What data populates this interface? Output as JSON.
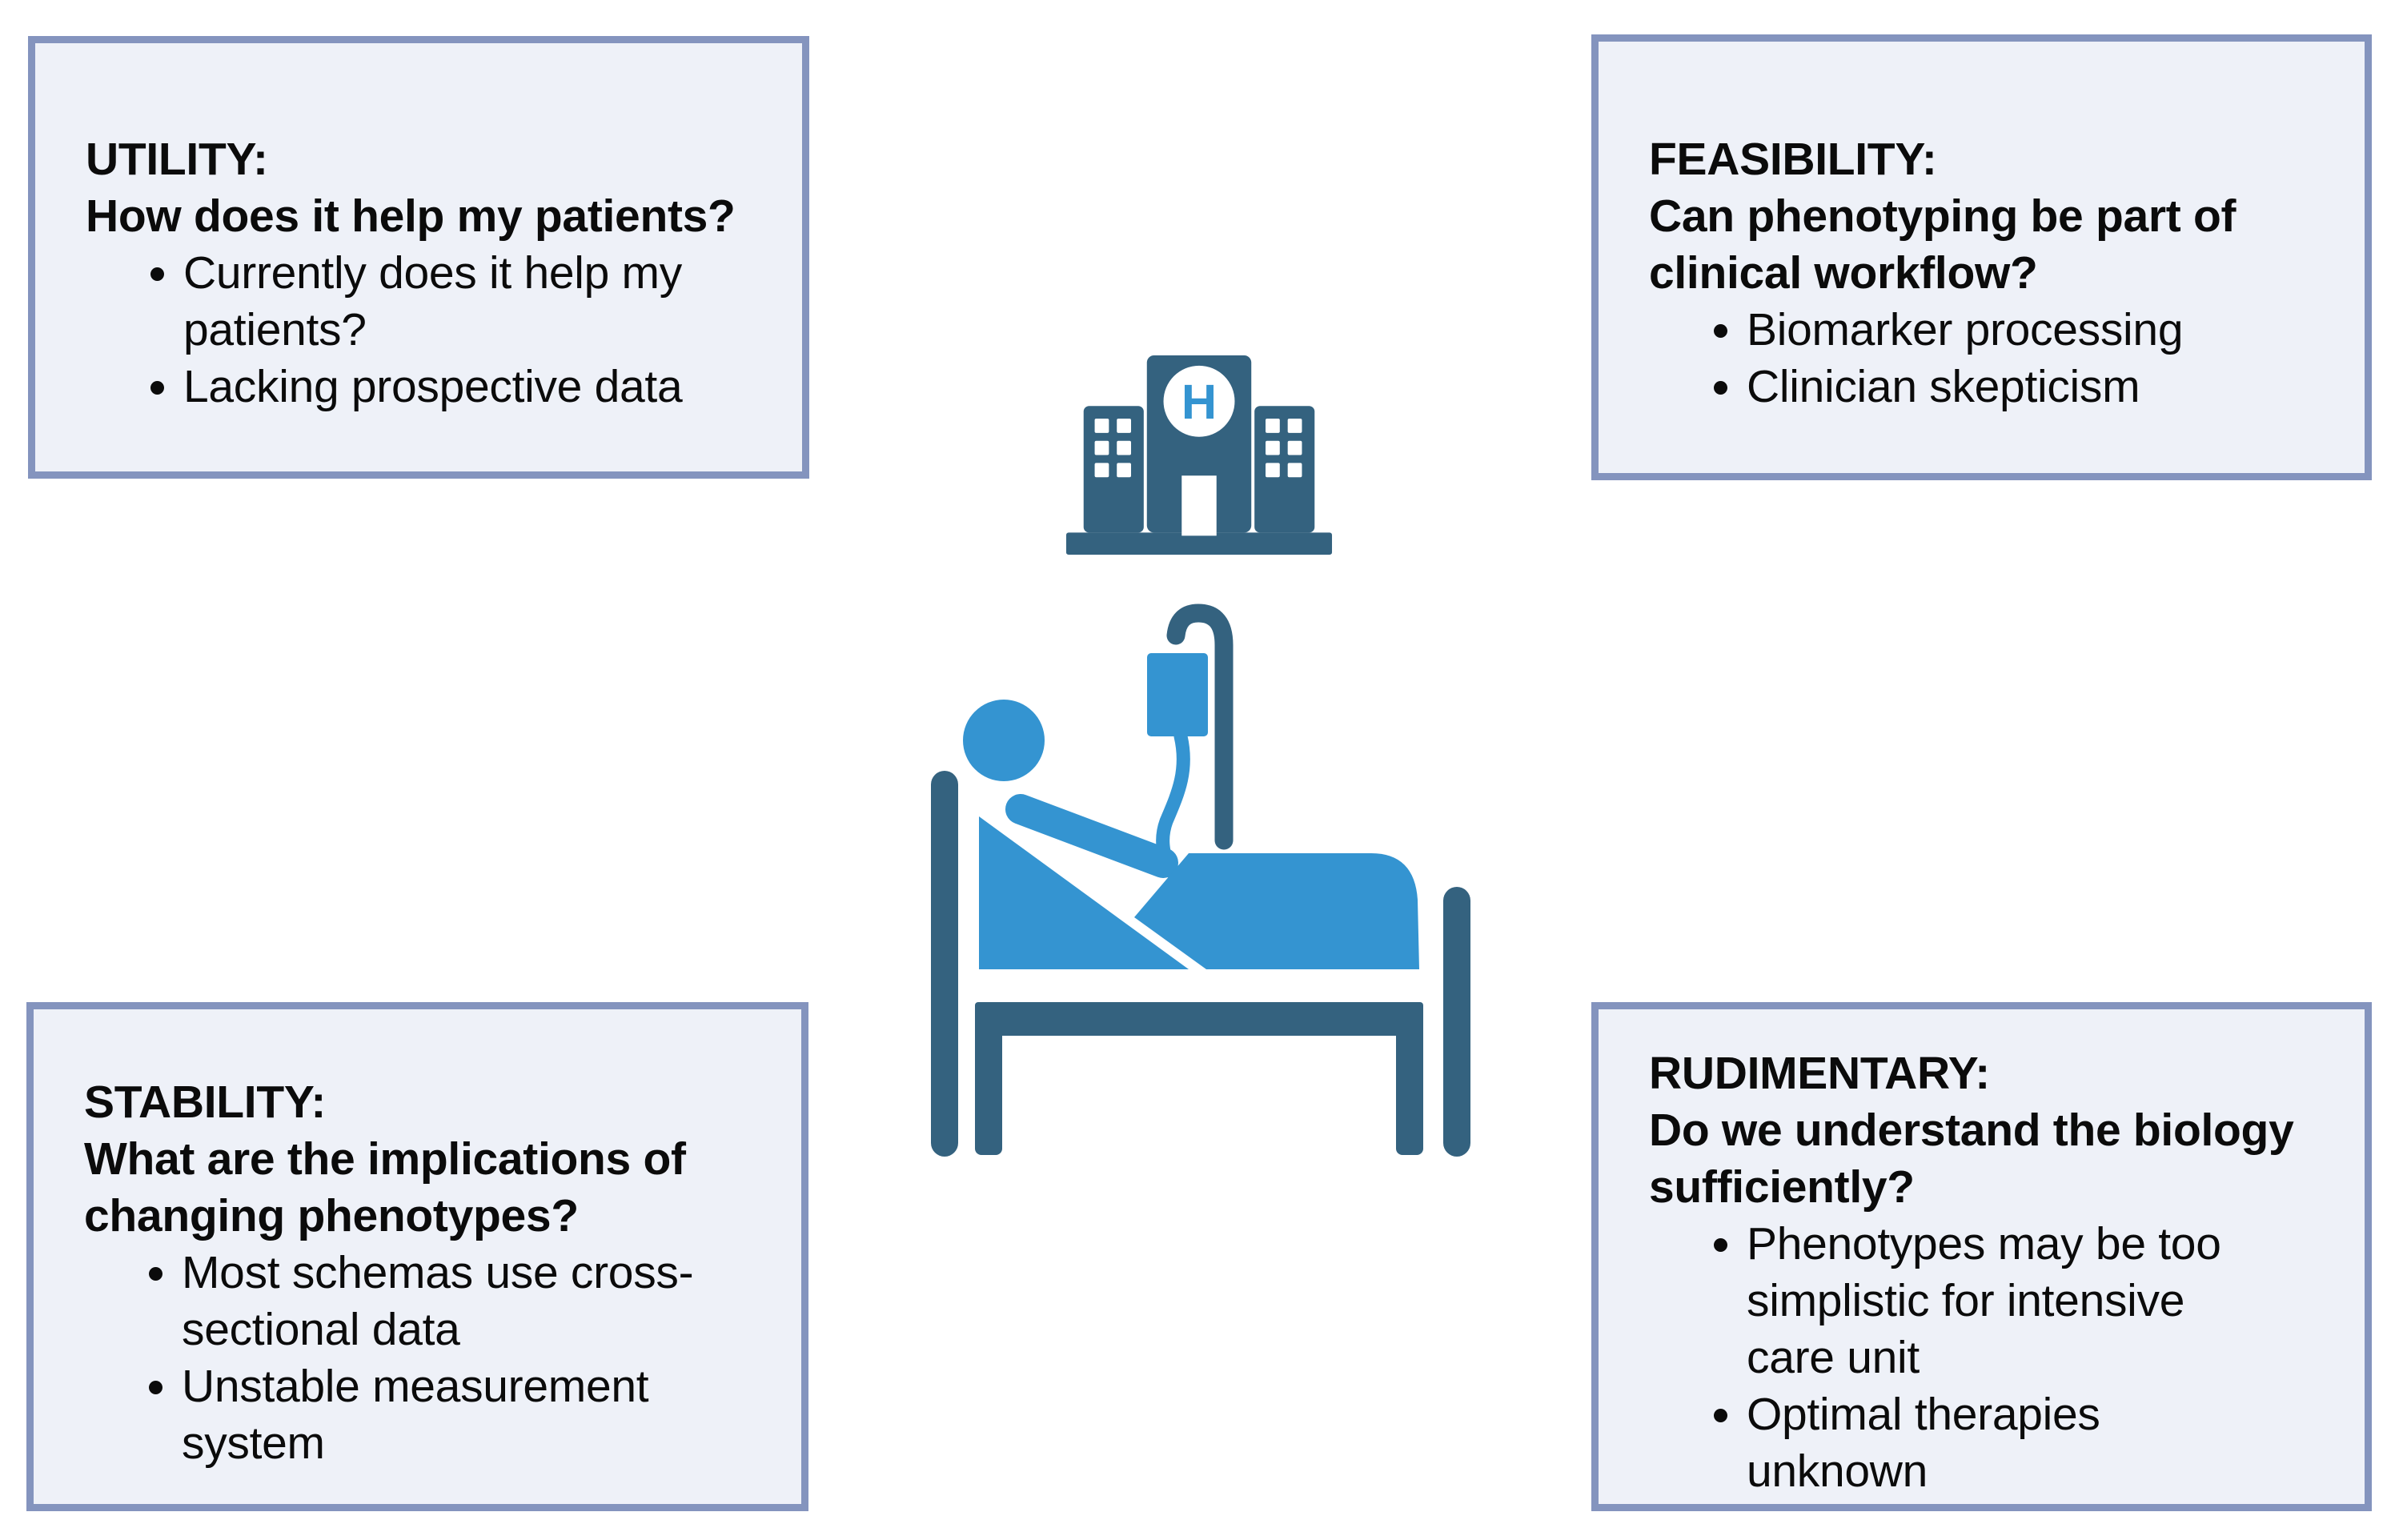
{
  "colors": {
    "box_fill": "#EEF1F8",
    "box_border": "#8494BE",
    "icon_dark": "#34627F",
    "icon_light": "#3494D1",
    "text": "#0B0B0B"
  },
  "icons": {
    "hospital": "hospital-building",
    "hospital_letter": "H",
    "patient_bed": "patient-in-hospital-bed-with-iv-drip"
  },
  "boxes": [
    {
      "id": "utility",
      "title": "UTILITY:\nHow does it help my patients?",
      "bullets": [
        "Currently does it help my\npatients?",
        "Lacking prospective data"
      ]
    },
    {
      "id": "feasibility",
      "title": "FEASIBILITY:\nCan phenotyping be part of\nclinical workflow?",
      "bullets": [
        "Biomarker processing",
        "Clinician skepticism"
      ]
    },
    {
      "id": "stability",
      "title": "STABILITY:\nWhat are the implications of\nchanging phenotypes?",
      "bullets": [
        "Most schemas use cross-\nsectional data",
        "Unstable measurement\nsystem"
      ]
    },
    {
      "id": "rudimentary",
      "title": "RUDIMENTARY:\nDo we understand the biology\nsufficiently?",
      "bullets": [
        "Phenotypes may be too\nsimplistic for intensive\ncare unit",
        "Optimal therapies\nunknown"
      ]
    }
  ]
}
